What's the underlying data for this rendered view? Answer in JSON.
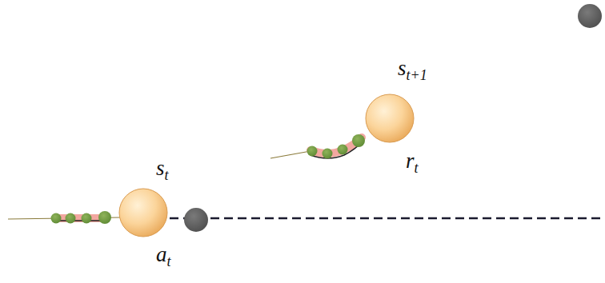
{
  "diagram": {
    "labels": [
      "st",
      "at",
      "st+1",
      "rt"
    ]
  }
}
